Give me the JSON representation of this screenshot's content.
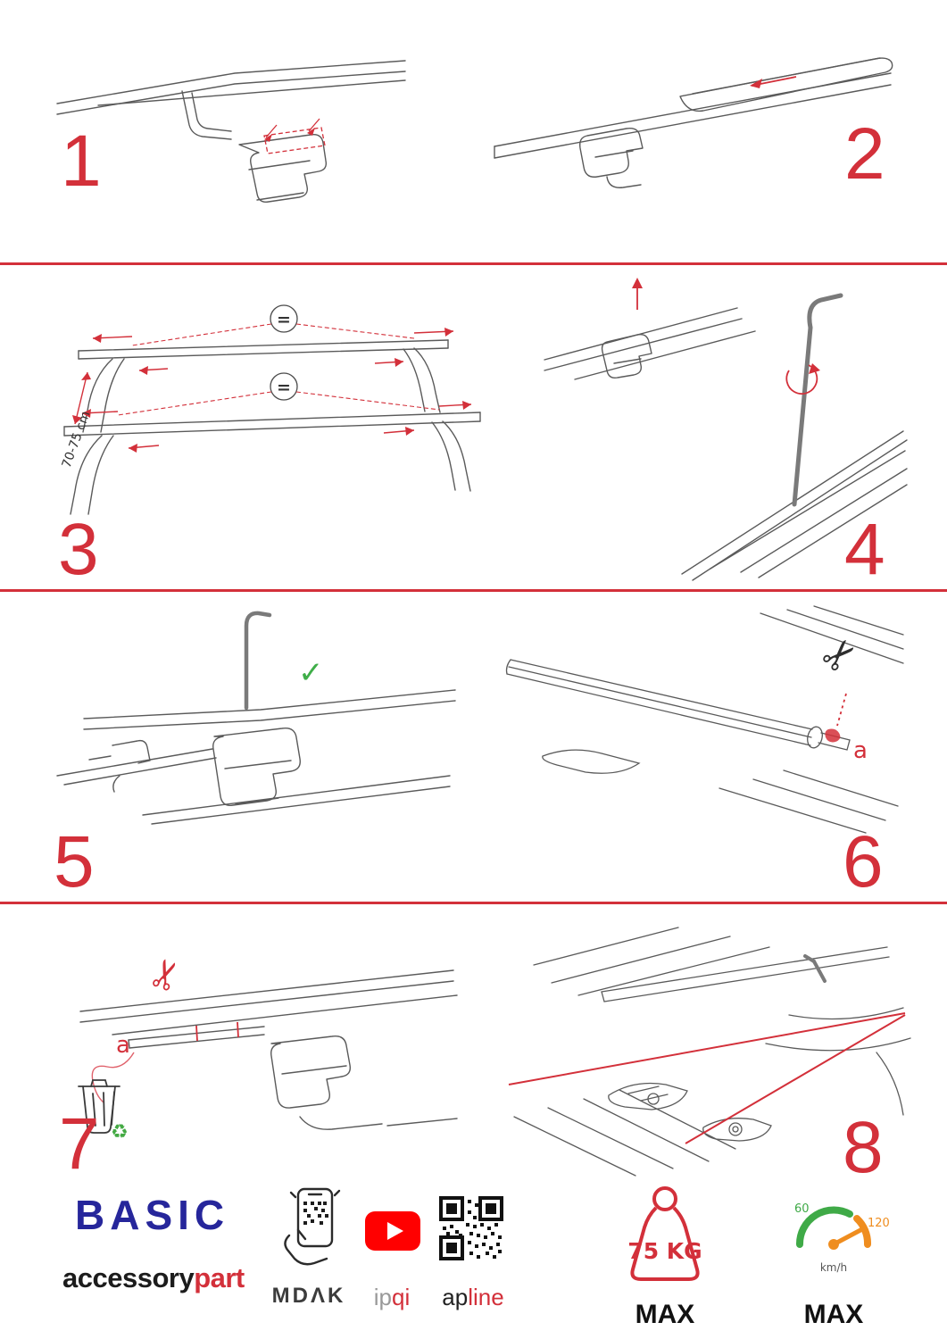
{
  "colors": {
    "accent_red": "#d3303a",
    "brand_navy": "#26269b",
    "youtube_red": "#ff0000",
    "check_green": "#3fae49",
    "gauge_green": "#3faa47",
    "gauge_orange": "#ef8d1f",
    "recycle_green": "#44aa44"
  },
  "steps": [
    {
      "number": "1"
    },
    {
      "number": "2"
    },
    {
      "number": "3",
      "measure_label": "70-75 cm",
      "equals_symbol": "="
    },
    {
      "number": "4"
    },
    {
      "number": "5",
      "check_symbol": "✓"
    },
    {
      "number": "6",
      "cut_label": "a",
      "scissors_symbol": "✂"
    },
    {
      "number": "7",
      "cut_label": "a",
      "scissors_symbol": "✂",
      "recycle_symbol": "♻"
    },
    {
      "number": "8"
    }
  ],
  "footer": {
    "brand": {
      "name": "BASIC",
      "sub_dark": "accessory",
      "sub_red": "part"
    },
    "partners": {
      "mdak": "MDΛK",
      "ipqi_gray": "ip",
      "ipqi_red": "qi",
      "apline_dark": "ap",
      "apline_red": "line"
    },
    "weight": {
      "value": "75 KG",
      "max": "MAX"
    },
    "speed": {
      "low": "60",
      "high": "120",
      "unit": "km/h",
      "max": "MAX"
    }
  }
}
